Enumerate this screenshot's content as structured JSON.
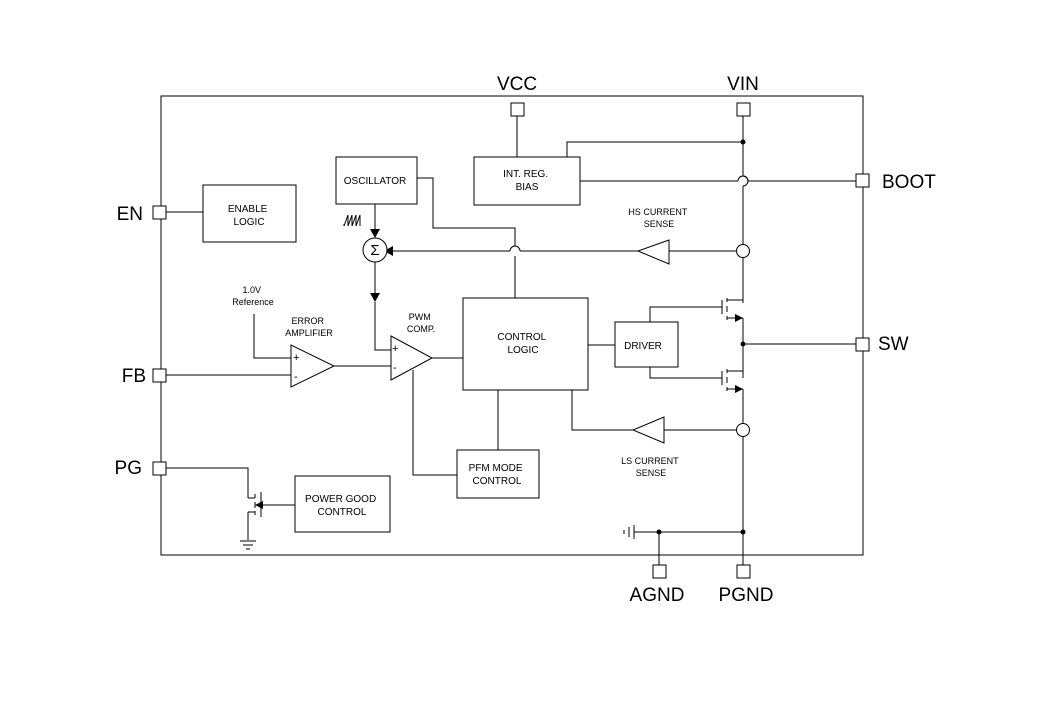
{
  "pins": {
    "vcc": "VCC",
    "vin": "VIN",
    "boot": "BOOT",
    "en": "EN",
    "sw": "SW",
    "fb": "FB",
    "pg": "PG",
    "agnd": "AGND",
    "pgnd": "PGND"
  },
  "blocks": {
    "enable_logic": [
      "ENABLE",
      "LOGIC"
    ],
    "oscillator": [
      "OSCILLATOR"
    ],
    "int_reg_bias": [
      "INT. REG.",
      "BIAS"
    ],
    "control_logic": [
      "CONTROL",
      "LOGIC"
    ],
    "driver": [
      "DRIVER"
    ],
    "pfm_mode_control": [
      "PFM MODE",
      "CONTROL"
    ],
    "power_good_control": [
      "POWER GOOD",
      "CONTROL"
    ]
  },
  "labels": {
    "hs_current_sense": [
      "HS CURRENT",
      "SENSE"
    ],
    "ls_current_sense": [
      "LS CURRENT",
      "SENSE"
    ],
    "reference": [
      "1.0V",
      "Reference"
    ],
    "error_amplifier": [
      "ERROR",
      "AMPLIFIER"
    ],
    "pwm_comp": [
      "PWM",
      "COMP."
    ],
    "sum_symbol": "Σ",
    "plus": "+",
    "minus": "-"
  }
}
